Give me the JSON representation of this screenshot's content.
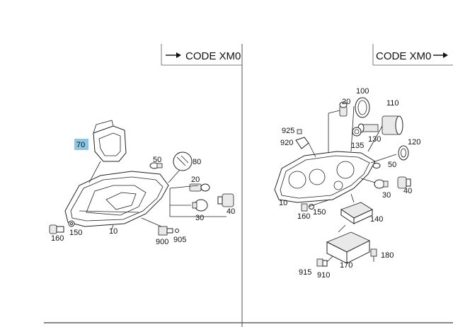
{
  "left_panel": {
    "code_label": "CODE XM0",
    "arrow": "right-arrow",
    "callouts": [
      "70",
      "50",
      "80",
      "20",
      "30",
      "40",
      "10",
      "150",
      "160",
      "900",
      "905"
    ],
    "highlighted_callout": "70",
    "highlight_color": "#8ec7e6"
  },
  "right_panel": {
    "code_label": "CODE XM0",
    "arrow": "right-arrow",
    "callouts": [
      "100",
      "110",
      "20",
      "925",
      "920",
      "130",
      "135",
      "120",
      "50",
      "30",
      "40",
      "10",
      "150",
      "160",
      "140",
      "170",
      "180",
      "915",
      "910"
    ]
  }
}
